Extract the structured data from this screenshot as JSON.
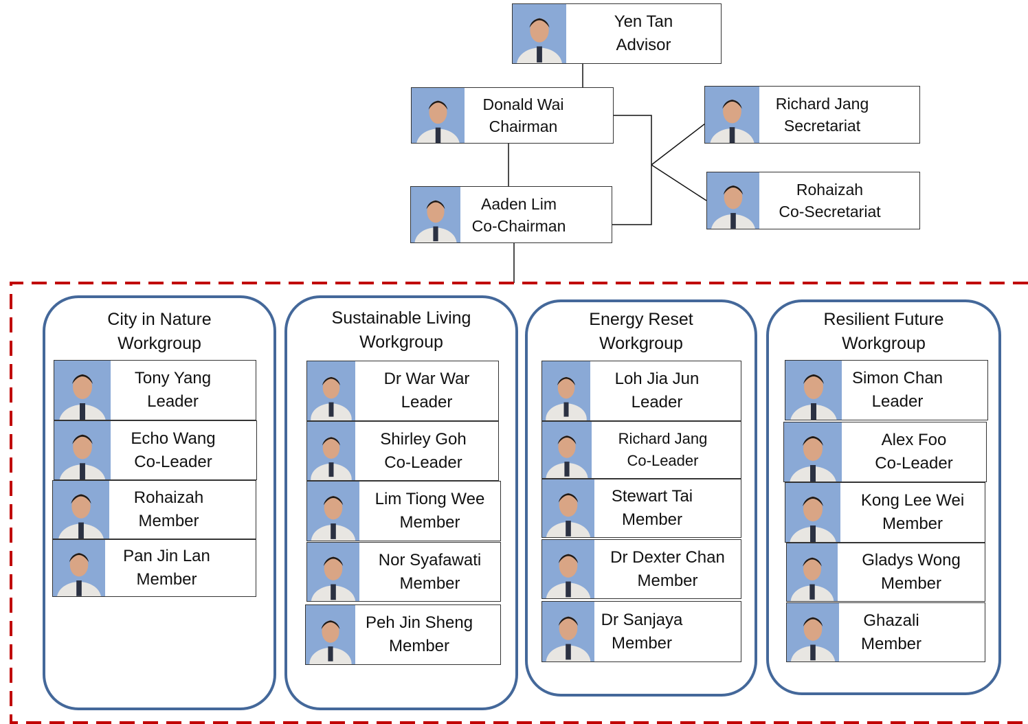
{
  "top": {
    "advisor": {
      "name": "Yen Tan",
      "role": "Advisor"
    },
    "chairman": {
      "name": "Donald Wai",
      "role": "Chairman"
    },
    "cochairman": {
      "name": "Aaden Lim",
      "role": "Co-Chairman"
    },
    "secretariat": {
      "name": "Richard Jang",
      "role": "Secretariat"
    },
    "cosecretariat": {
      "name": "Rohaizah",
      "role": "Co-Secretariat"
    }
  },
  "workgroups": [
    {
      "title_line1": "City in Nature",
      "title_line2": "Workgroup",
      "members": [
        {
          "name": "Tony Yang",
          "role": "Leader"
        },
        {
          "name": "Echo Wang",
          "role": "Co-Leader"
        },
        {
          "name": "Rohaizah",
          "role": "Member"
        },
        {
          "name": "Pan Jin Lan",
          "role": "Member"
        }
      ]
    },
    {
      "title_line1": "Sustainable Living",
      "title_line2": "Workgroup",
      "members": [
        {
          "name": "Dr War War",
          "role": "Leader"
        },
        {
          "name": "Shirley Goh",
          "role": "Co-Leader"
        },
        {
          "name": "Lim Tiong Wee",
          "role": "Member"
        },
        {
          "name": "Nor Syafawati",
          "role": "Member"
        },
        {
          "name": "Peh Jin Sheng",
          "role": "Member"
        }
      ]
    },
    {
      "title_line1": "Energy Reset",
      "title_line2": "Workgroup",
      "members": [
        {
          "name": "Loh Jia Jun",
          "role": "Leader"
        },
        {
          "name": "Richard Jang",
          "role": "Co-Leader"
        },
        {
          "name": "Stewart Tai",
          "role": "Member"
        },
        {
          "name": "Dr Dexter Chan",
          "role": "Member"
        },
        {
          "name": "Dr Sanjaya",
          "role": "Member"
        }
      ]
    },
    {
      "title_line1": "Resilient Future",
      "title_line2": "Workgroup",
      "members": [
        {
          "name": "Simon Chan",
          "role": "Leader"
        },
        {
          "name": "Alex Foo",
          "role": "Co-Leader"
        },
        {
          "name": "Kong Lee Wei",
          "role": "Member"
        },
        {
          "name": "Gladys Wong",
          "role": "Member"
        },
        {
          "name": "Ghazali",
          "role": "Member"
        }
      ]
    }
  ],
  "colors": {
    "workgroup_border": "#44689a",
    "dashed_border": "#c00000",
    "photo_bg": "#8aa9d6"
  }
}
